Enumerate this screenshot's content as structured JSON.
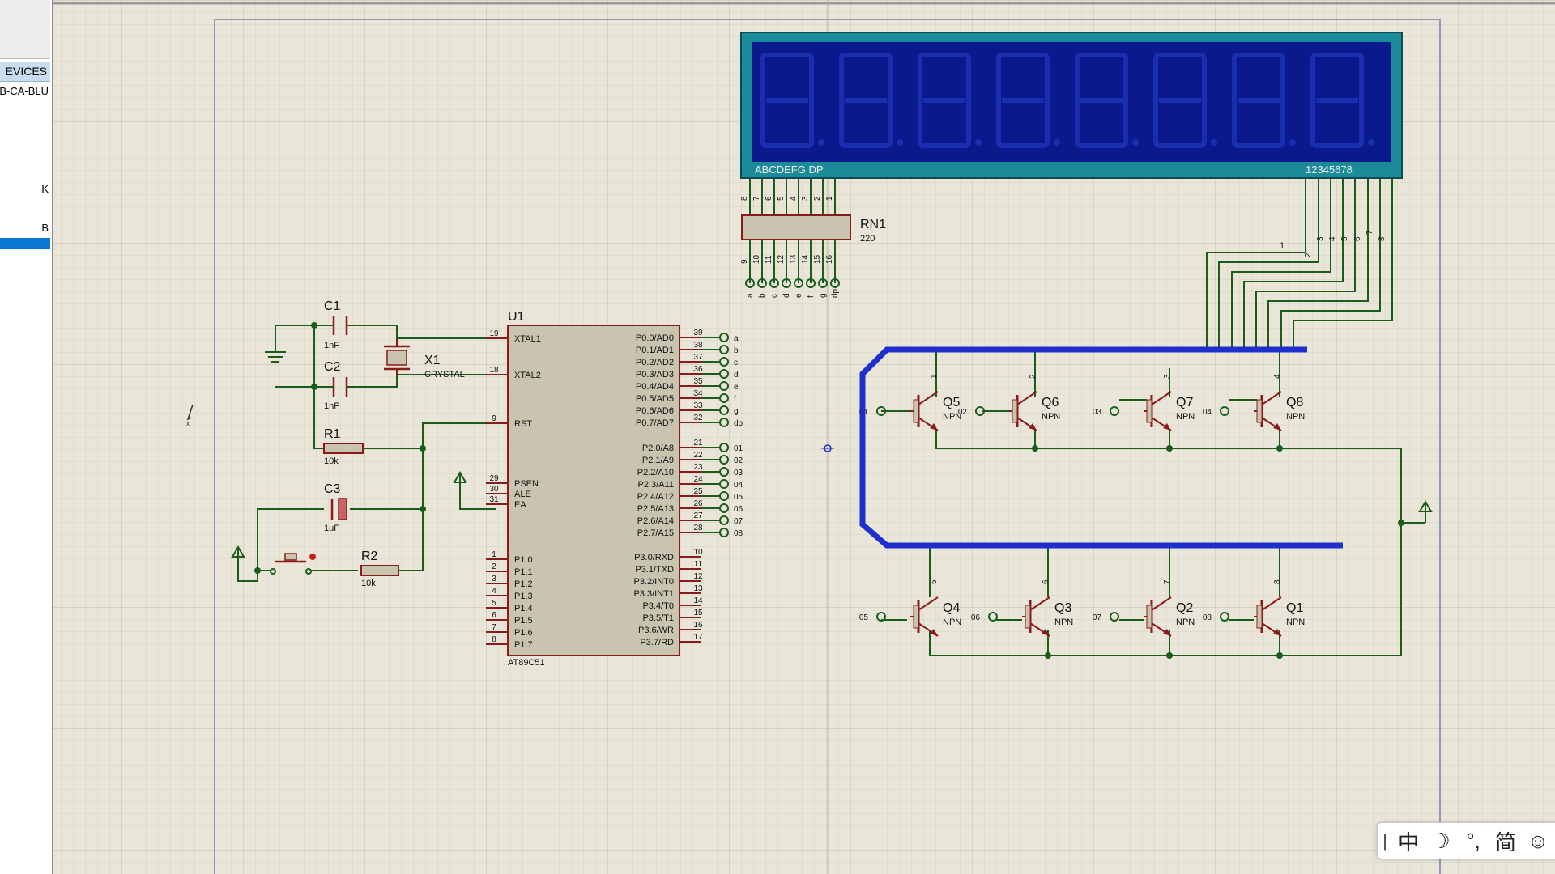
{
  "app": {
    "panel": {
      "header": "EVICES",
      "items": [
        {
          "label": "B-CA-BLU",
          "selected": false
        },
        {
          "label": "K",
          "selected": false
        },
        {
          "label": "B",
          "selected": false
        },
        {
          "label": "",
          "selected": true
        }
      ]
    }
  },
  "display": {
    "segment_header": "ABCDEFG DP",
    "digit_header": "12345678",
    "top_pins": [
      "8",
      "7",
      "6",
      "5",
      "4",
      "3",
      "2",
      "1"
    ],
    "digit_lines": [
      "1",
      "2",
      "3",
      "4",
      "5",
      "6",
      "7",
      "8"
    ]
  },
  "rn1": {
    "ref": "RN1",
    "value": "220",
    "bottom_pins": [
      "9",
      "10",
      "11",
      "12",
      "13",
      "14",
      "15",
      "16"
    ],
    "terminals": [
      "a",
      "b",
      "c",
      "d",
      "e",
      "f",
      "g",
      "dp"
    ]
  },
  "u1": {
    "ref": "U1",
    "part": "AT89C51",
    "left_pins": [
      {
        "num": "19",
        "name": "XTAL1"
      },
      {
        "num": "18",
        "name": "XTAL2"
      },
      {
        "num": "9",
        "name": "RST"
      },
      {
        "num": "29",
        "name": "PSEN"
      },
      {
        "num": "30",
        "name": "ALE"
      },
      {
        "num": "31",
        "name": "EA"
      }
    ],
    "p1_pins": [
      {
        "num": "1",
        "name": "P1.0"
      },
      {
        "num": "2",
        "name": "P1.1"
      },
      {
        "num": "3",
        "name": "P1.2"
      },
      {
        "num": "4",
        "name": "P1.3"
      },
      {
        "num": "5",
        "name": "P1.4"
      },
      {
        "num": "6",
        "name": "P1.5"
      },
      {
        "num": "7",
        "name": "P1.6"
      },
      {
        "num": "8",
        "name": "P1.7"
      }
    ],
    "p0_pins": [
      {
        "num": "39",
        "name": "P0.0/AD0",
        "term": "a"
      },
      {
        "num": "38",
        "name": "P0.1/AD1",
        "term": "b"
      },
      {
        "num": "37",
        "name": "P0.2/AD2",
        "term": "c"
      },
      {
        "num": "36",
        "name": "P0.3/AD3",
        "term": "d"
      },
      {
        "num": "35",
        "name": "P0.4/AD4",
        "term": "e"
      },
      {
        "num": "34",
        "name": "P0.5/AD5",
        "term": "f"
      },
      {
        "num": "33",
        "name": "P0.6/AD6",
        "term": "g"
      },
      {
        "num": "32",
        "name": "P0.7/AD7",
        "term": "dp"
      }
    ],
    "p2_pins": [
      {
        "num": "21",
        "name": "P2.0/A8",
        "term": "01"
      },
      {
        "num": "22",
        "name": "P2.1/A9",
        "term": "02"
      },
      {
        "num": "23",
        "name": "P2.2/A10",
        "term": "03"
      },
      {
        "num": "24",
        "name": "P2.3/A11",
        "term": "04"
      },
      {
        "num": "25",
        "name": "P2.4/A12",
        "term": "05"
      },
      {
        "num": "26",
        "name": "P2.5/A13",
        "term": "06"
      },
      {
        "num": "27",
        "name": "P2.6/A14",
        "term": "07"
      },
      {
        "num": "28",
        "name": "P2.7/A15",
        "term": "08"
      }
    ],
    "p3_pins": [
      {
        "num": "10",
        "name": "P3.0/RXD"
      },
      {
        "num": "11",
        "name": "P3.1/TXD"
      },
      {
        "num": "12",
        "name": "P3.2/INT0"
      },
      {
        "num": "13",
        "name": "P3.3/INT1"
      },
      {
        "num": "14",
        "name": "P3.4/T0"
      },
      {
        "num": "15",
        "name": "P3.5/T1"
      },
      {
        "num": "16",
        "name": "P3.6/WR"
      },
      {
        "num": "17",
        "name": "P3.7/RD"
      }
    ]
  },
  "parts": {
    "c1": {
      "ref": "C1",
      "value": "1nF"
    },
    "c2": {
      "ref": "C2",
      "value": "1nF"
    },
    "c3": {
      "ref": "C3",
      "value": "1uF"
    },
    "x1": {
      "ref": "X1",
      "value": "CRYSTAL"
    },
    "r1": {
      "ref": "R1",
      "value": "10k"
    },
    "r2": {
      "ref": "R2",
      "value": "10k"
    }
  },
  "transistors": {
    "top_row": [
      {
        "ref": "Q5",
        "type": "NPN",
        "base": "01",
        "collector": "1"
      },
      {
        "ref": "Q6",
        "type": "NPN",
        "base": "02",
        "collector": "2"
      },
      {
        "ref": "Q7",
        "type": "NPN",
        "base": "03",
        "collector": "3"
      },
      {
        "ref": "Q8",
        "type": "NPN",
        "base": "04",
        "collector": "4"
      }
    ],
    "bottom_row": [
      {
        "ref": "Q4",
        "type": "NPN",
        "base": "05",
        "collector": "5"
      },
      {
        "ref": "Q3",
        "type": "NPN",
        "base": "06",
        "collector": "6"
      },
      {
        "ref": "Q2",
        "type": "NPN",
        "base": "07",
        "collector": "7"
      },
      {
        "ref": "Q1",
        "type": "NPN",
        "base": "08",
        "collector": "8"
      }
    ]
  },
  "colors": {
    "wire": "#1a5c1a",
    "part_outline": "#8b1a1a",
    "part_fill": "#c8c4b0",
    "bus": "#1f2fcc",
    "lcd_frame": "#1b8a99",
    "lcd_screen": "#0a1a8c",
    "lcd_text": "#f2f2f2",
    "grid_line": "#d6d3c4",
    "grid_major": "#c9c5b5",
    "selection": "#0a76d6"
  },
  "ime": {
    "items": [
      "中",
      "☽",
      "°,",
      "简",
      "☺"
    ]
  }
}
